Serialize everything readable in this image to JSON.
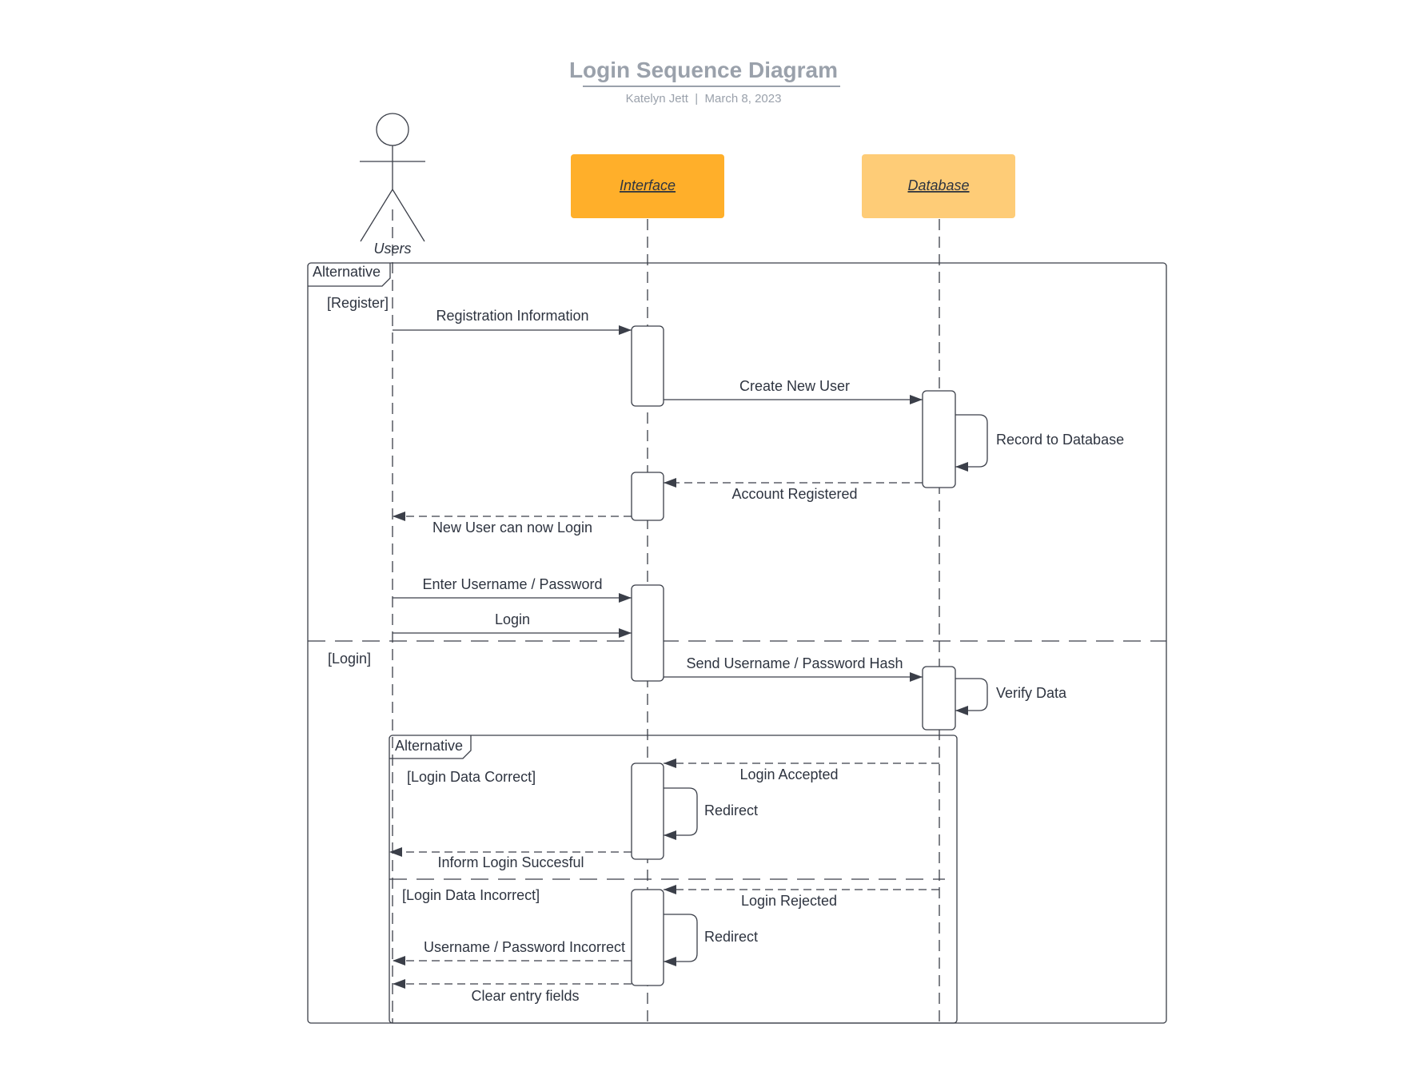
{
  "header": {
    "title": "Login Sequence Diagram",
    "author": "Katelyn Jett",
    "separator": "|",
    "date": "March 8, 2023"
  },
  "participants": {
    "users": "Users",
    "interface": "Interface",
    "database": "Database"
  },
  "colors": {
    "interface": "#FFAF2A",
    "database": "#FECC77",
    "line": "#3b3f49",
    "muted": "#9aa1ab"
  },
  "outer_frame": {
    "label": "Alternative",
    "guard_register": "[Register]",
    "guard_login": "[Login]"
  },
  "inner_frame": {
    "label": "Alternative",
    "guard_correct": "[Login Data Correct]",
    "guard_incorrect": "[Login Data Incorrect]"
  },
  "messages": {
    "registration_information": "Registration Information",
    "create_new_user": "Create New User",
    "record_to_database": "Record to Database",
    "account_registered": "Account Registered",
    "new_user_can_login": "New User can now Login",
    "enter_username_password": "Enter Username / Password",
    "login": "Login",
    "send_username_password_hash": "Send Username / Password Hash",
    "verify_data": "Verify Data",
    "login_accepted": "Login Accepted",
    "redirect_1": "Redirect",
    "inform_login_succesful": "Inform Login Succesful",
    "login_rejected": "Login Rejected",
    "redirect_2": "Redirect",
    "username_password_incorrect": "Username / Password Incorrect",
    "clear_entry_fields": "Clear entry fields"
  }
}
